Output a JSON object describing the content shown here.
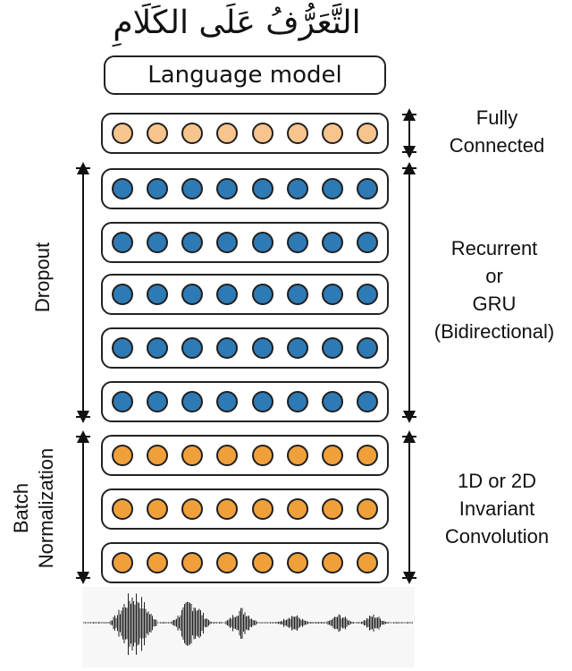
{
  "title": "التَّعَرُّفُ عَلَى الكَلَامِ",
  "language_model_label": "Language model",
  "layers": [
    {
      "kind": "fully-connected",
      "color": "#f7c48e",
      "nodes": 8
    },
    {
      "kind": "recurrent",
      "color": "#2e7ab5",
      "nodes": 8
    },
    {
      "kind": "recurrent",
      "color": "#2e7ab5",
      "nodes": 8
    },
    {
      "kind": "recurrent",
      "color": "#2e7ab5",
      "nodes": 8
    },
    {
      "kind": "recurrent",
      "color": "#2e7ab5",
      "nodes": 8
    },
    {
      "kind": "recurrent",
      "color": "#2e7ab5",
      "nodes": 8
    },
    {
      "kind": "convolution",
      "color": "#f0a03a",
      "nodes": 8
    },
    {
      "kind": "convolution",
      "color": "#f0a03a",
      "nodes": 8
    },
    {
      "kind": "convolution",
      "color": "#f0a03a",
      "nodes": 8
    }
  ],
  "right_labels": {
    "fully_connected": [
      "Fully",
      "Connected"
    ],
    "recurrent": [
      "Recurrent",
      "or",
      "GRU",
      "(Bidirectional)"
    ],
    "convolution": [
      "1D or 2D",
      "Invariant",
      "Convolution"
    ]
  },
  "left_labels": {
    "dropout": "Dropout",
    "batch_norm": [
      "Batch",
      "Normalization"
    ]
  }
}
